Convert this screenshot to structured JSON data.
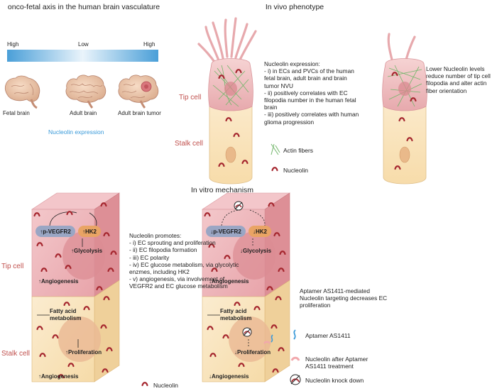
{
  "onco": {
    "title": "onco-fetal axis in the human brain vasculature",
    "high_left": "High",
    "low": "Low",
    "high_right": "High",
    "fetal": "Fetal brain",
    "adult": "Adult brain",
    "tumor": "Adult brain tumor",
    "nucleolin_expression": "Nucleolin expression"
  },
  "invivo": {
    "title": "In vivo phenotype",
    "tip_cell": "Tip cell",
    "stalk_cell": "Stalk cell",
    "expression_lines": [
      "Nucleolin expression:",
      "- i) in ECs and PVCs of the human",
      "fetal brain, adult brain and brain",
      "tumor NVU",
      "- ii) positively correlates with EC",
      "filopodia number in the human fetal",
      "brain",
      "- iii) positively correlates with human",
      "glioma progression"
    ],
    "actin_fibers": "Actin fibers",
    "nucleolin": "Nucleolin",
    "lower_lines": [
      "Lower Nucleolin levels",
      "reduce number of tip cell",
      "filopodia and alter actin",
      "fiber orientation"
    ]
  },
  "invitro": {
    "title": "In vitro mechanism",
    "tip_cell": "Tip cell",
    "stalk_cell": "Stalk cell",
    "left": {
      "pvegfr2": "p-VEGFR2",
      "hk2": "HK2",
      "glycolysis": "Glycolysis",
      "angiogenesis_tip": "Angiogenesis",
      "fatty_acid_1": "Fatty acid",
      "fatty_acid_2": "metabolism",
      "proliferation": "Proliferation",
      "angiogenesis_stalk": "Angiogenesis"
    },
    "right": {
      "pvegfr2": "p-VEGFR2",
      "hk2": "HK2",
      "glycolysis": "Glycolysis",
      "angiogenesis_tip": "Angiogenesis",
      "fatty_acid_1": "Fatty acid",
      "fatty_acid_2": "metabolism",
      "proliferation": "Proliferation",
      "angiogenesis_stalk": "Angiogenesis"
    },
    "promotes_lines": [
      "Nucleolin promotes:",
      "- i) EC sprouting and proliferation",
      "- ii) EC filopodia formation",
      "- iii) EC polarity",
      "- iv) EC glucose metabolism, via glycolytic",
      "enzmes, including HK2",
      "- v) angiogenesis, via involvement of",
      "VEGFR2 and EC glucose metabolism"
    ],
    "aptamer_lines": [
      "Aptamer AS1411-mediated",
      "Nucleolin targeting decreases EC",
      "proliferation"
    ],
    "nucleolin": "Nucleolin",
    "aptamer": "Aptamer AS1411",
    "after_aptamer_1": "Nucleolin after Aptamer",
    "after_aptamer_2": "AS1411 treatment",
    "knockdown": "Nucleolin knock down"
  }
}
